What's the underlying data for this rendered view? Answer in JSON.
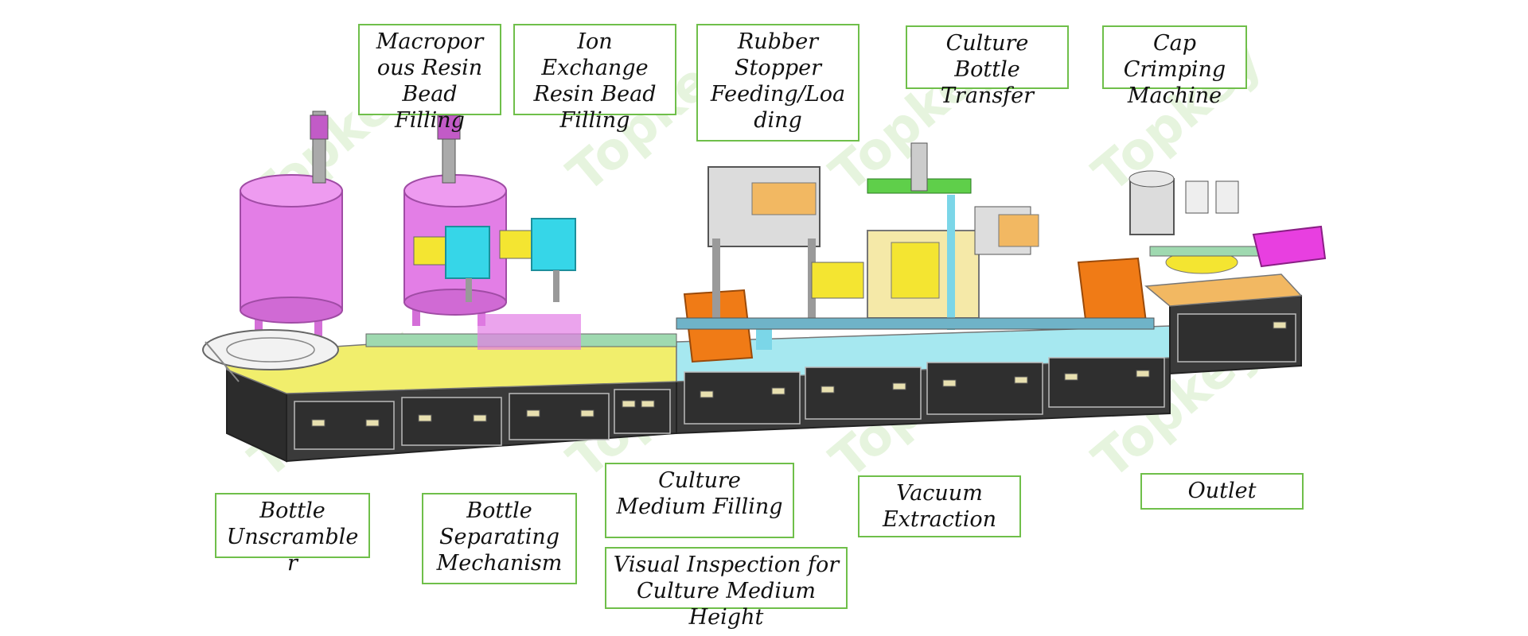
{
  "watermark": "Topkey",
  "labels": {
    "macroporous": "Macropor\nous Resin\nBead\nFilling",
    "ion_exchange": "Ion\nExchange\nResin Bead\nFilling",
    "rubber_stopper": "Rubber\nStopper\nFeeding/Loa\nding",
    "culture_transfer": "Culture\nBottle\nTransfer",
    "cap_crimping": "Cap\nCrimping\nMachine",
    "unscrambler": "Bottle\nUnscramble\nr",
    "separating": "Bottle\nSeparating\nMechanism",
    "medium_filling": "Culture\nMedium Filling",
    "visual_inspection": "Visual Inspection for\nCulture Medium\nHeight",
    "vacuum": "Vacuum\nExtraction",
    "outlet": "Outlet"
  },
  "colors": {
    "label_border": "#6fbf4a",
    "tank": "#e37ee6",
    "cabinet": "#3a3a3a",
    "deck": "#f1ee6c",
    "deck_mid": "#a6e8f0",
    "guard": "#f07b16",
    "pump": "#36d6e8",
    "motor": "#f4e531"
  }
}
